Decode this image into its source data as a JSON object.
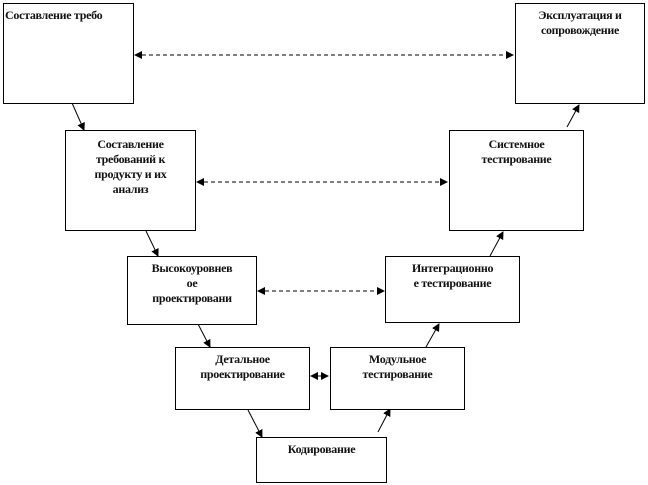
{
  "title": "V-model",
  "stages": [
    {
      "id": "requirements",
      "lines": [
        "Составление требо"
      ]
    },
    {
      "id": "product-requirements",
      "lines": [
        "Составление",
        "требований к",
        "продукту  и их",
        "анализ"
      ]
    },
    {
      "id": "high-level-design",
      "lines": [
        "Высокоуровнев",
        "ое",
        "проектировани"
      ]
    },
    {
      "id": "detailed-design",
      "lines": [
        "Детальное",
        "проектирование"
      ]
    },
    {
      "id": "coding",
      "lines": [
        "Кодирование"
      ]
    },
    {
      "id": "unit-testing",
      "lines": [
        "Модульное",
        "тестирование"
      ]
    },
    {
      "id": "integration-testing",
      "lines": [
        "Интеграционно",
        "е тестирование"
      ]
    },
    {
      "id": "system-testing",
      "lines": [
        "Системное",
        "тестирование"
      ]
    },
    {
      "id": "operation",
      "lines": [
        "Эксплуатация и",
        "сопровождение"
      ]
    }
  ]
}
